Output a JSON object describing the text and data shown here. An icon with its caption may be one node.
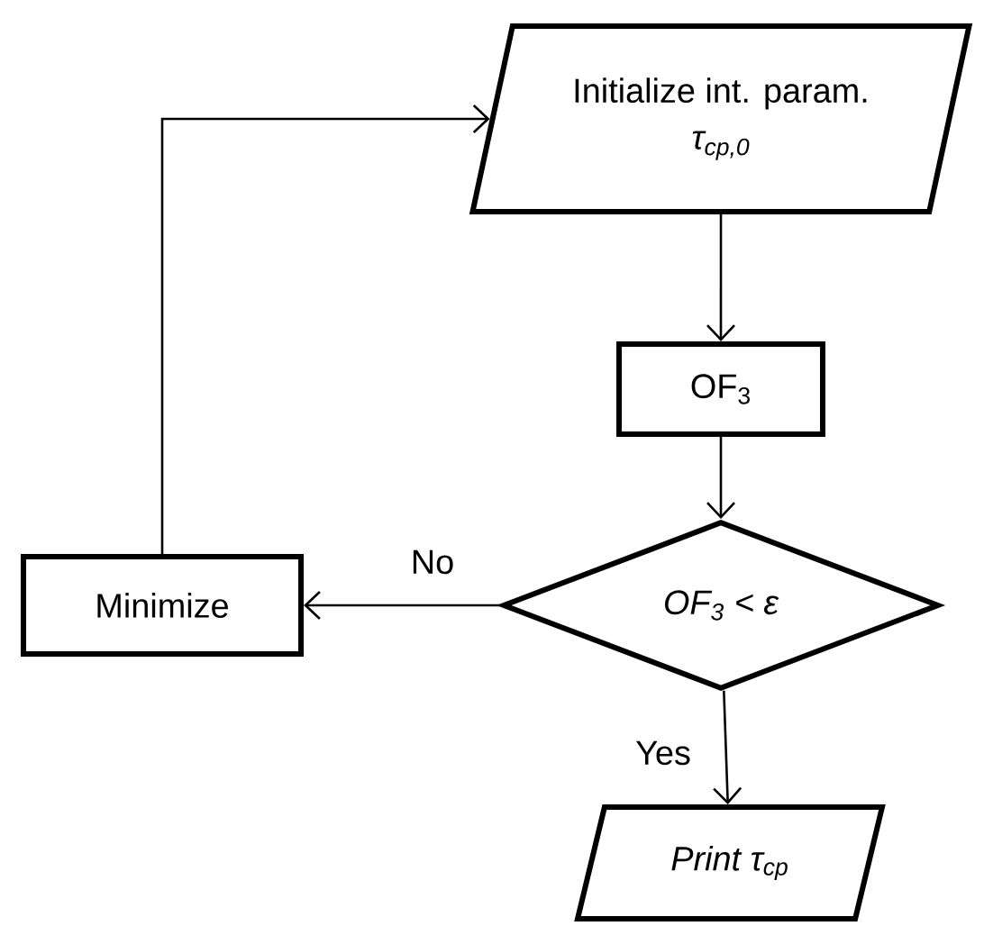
{
  "diagram": {
    "nodes": [
      {
        "text": [
          "Initialize int. param.",
          "τ$_{cp,0}$"
        ]
      },
      {
        "text": [
          "OF$_{3}$"
        ]
      },
      {
        "text": [
          "OF$_{3}$ < ε"
        ]
      },
      {
        "text": [
          "Minimize"
        ]
      },
      {
        "text": [
          "Print τ$_{cp}$"
        ]
      }
    ],
    "edges": [
      {
        "from": 0,
        "to": 1,
        "arrow": "to"
      },
      {
        "from": 1,
        "to": 2,
        "arrow": "to"
      },
      {
        "from": 2,
        "to": 3,
        "arrow": "to",
        "label": "No"
      },
      {
        "from": 2,
        "to": 4,
        "arrow": "to",
        "label": "Yes"
      },
      {
        "from": 3,
        "to": 0,
        "arrow": "to"
      }
    ]
  }
}
